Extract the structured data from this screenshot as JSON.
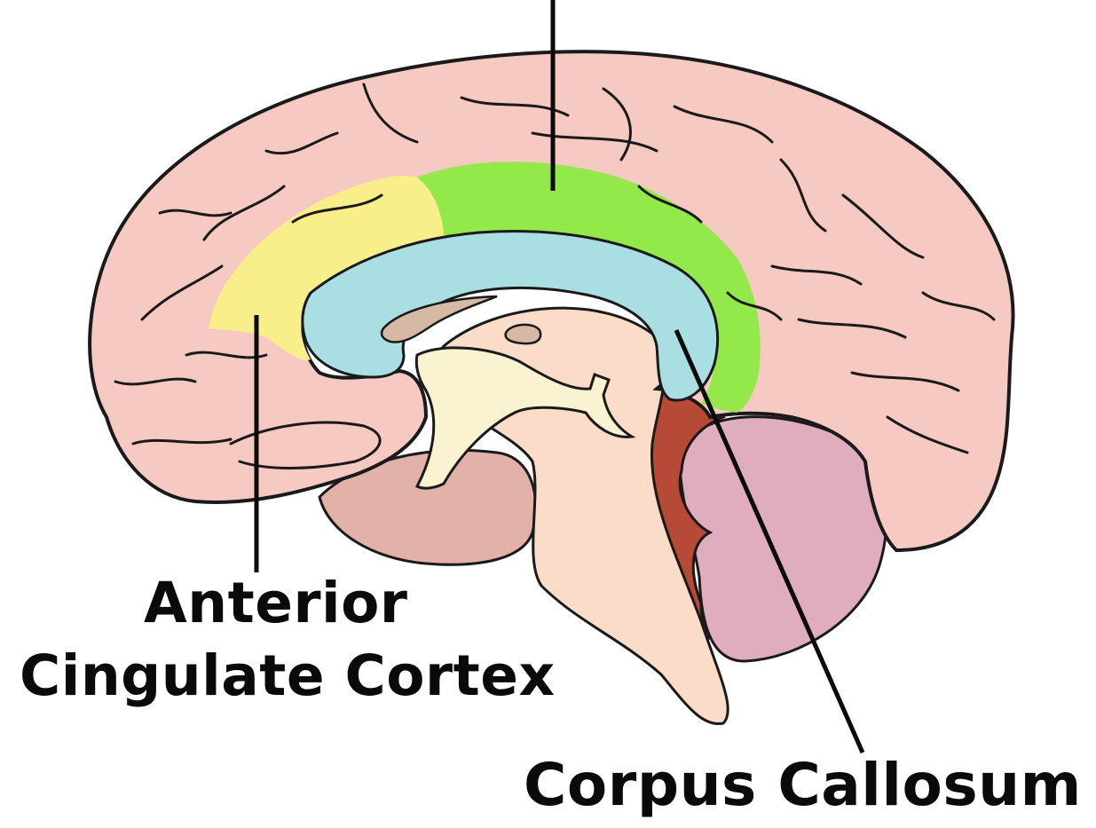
{
  "labels": {
    "acc_line1": "Anterior",
    "acc_line2": "Cingulate Cortex",
    "corpus_callosum": "Corpus Callosum"
  },
  "colors": {
    "cortex": "#f6c9c3",
    "anterior_cingulate": "#f8ef8a",
    "posterior_cingulate": "#93e94a",
    "corpus_callosum": "#a9dfe2",
    "brainstem": "#fbdcc8",
    "thalamic_region": "#faf3d2",
    "cerebellum": "#e0adbf",
    "temporal_underside": "#e2b1aa",
    "fourth_ventricle": "#b64a36",
    "ventricle": "#d6b9a5",
    "outline": "#1a1a1a"
  }
}
